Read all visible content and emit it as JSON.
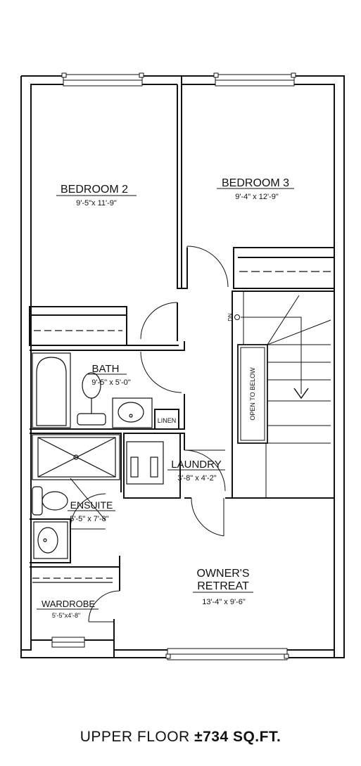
{
  "rooms": {
    "bedroom2": {
      "name": "BEDROOM 2",
      "dims": "9'-5\"x 11'-9\""
    },
    "bedroom3": {
      "name": "BEDROOM 3",
      "dims": "9'-4\" x 12'-9\""
    },
    "bath": {
      "name": "BATH",
      "dims": "9'-5\" x 5'-0\""
    },
    "linen": {
      "name": "LINEN"
    },
    "laundry": {
      "name": "LAUNDRY",
      "dims": "3'-8\" x 4'-2\""
    },
    "ensuite": {
      "name": "ENSUITE",
      "dims": "5'-5\" x 7'-8\""
    },
    "wardrobe": {
      "name": "WARDROBE",
      "dims": "5'-5\"x4'-8\""
    },
    "owners_retreat": {
      "name_line1": "OWNER'S",
      "name_line2": "RETREAT",
      "dims": "13'-4\" x 9'-6\""
    }
  },
  "stairs": {
    "down_label": "DN",
    "open_label": "OPEN TO BELOW"
  },
  "caption": {
    "floor": "UPPER FLOOR",
    "area": "±734 SQ.FT."
  }
}
